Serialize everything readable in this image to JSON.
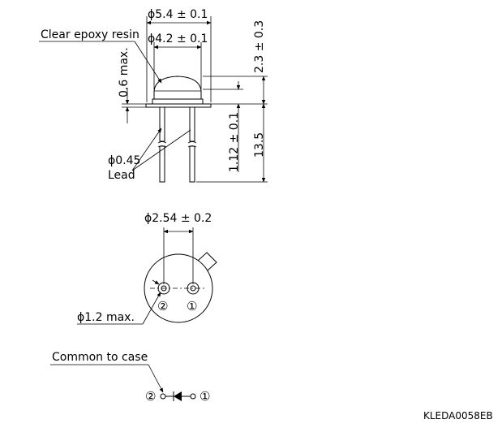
{
  "side_view": {
    "dim_outer_diameter": "ϕ5.4 ± 0.1",
    "dim_lens_diameter": "ϕ4.2 ± 0.1",
    "dim_lens_height": "2.3 ± 0.3",
    "dim_flange": "0.6 max.",
    "dim_cap_height": "1.12 ± 0.1",
    "dim_lead_length": "13.5",
    "label_resin": "Clear epoxy resin",
    "label_lead_diameter": "ϕ0.45",
    "label_lead": "Lead"
  },
  "bottom_view": {
    "dim_pitch": "ϕ2.54 ± 0.2",
    "dim_hole": "ϕ1.2 max.",
    "pin1": "①",
    "pin2": "②"
  },
  "schematic": {
    "label_common": "Common to case",
    "pin2": "②",
    "pin1": "①"
  },
  "drawing_code": "KLEDA0058EB"
}
